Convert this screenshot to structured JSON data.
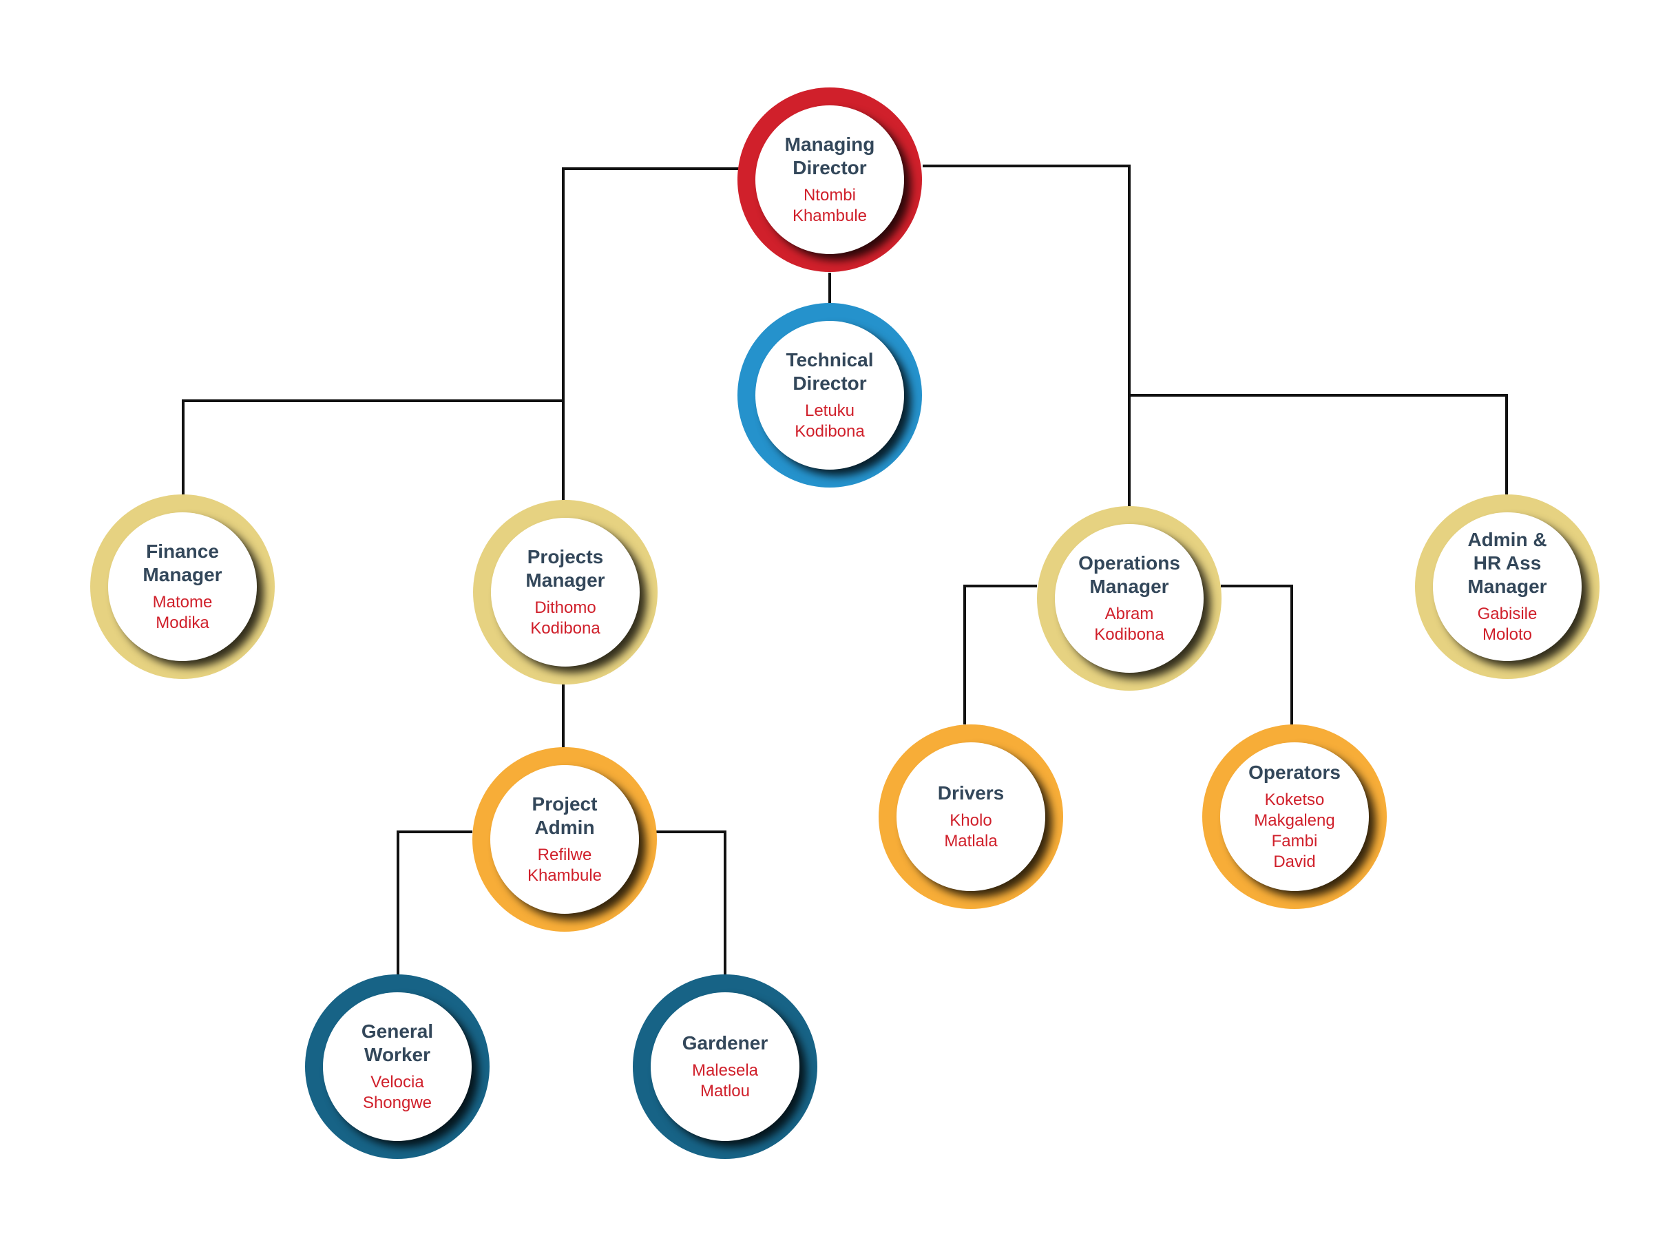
{
  "colors": {
    "red": "#d0202b",
    "light_blue": "#2592cc",
    "gold": "#e6d281",
    "orange": "#f7ad38",
    "dark_blue": "#176386",
    "line": "#111111",
    "title_text": "#33475a",
    "name_text": "#d0202b"
  },
  "nodes": [
    {
      "id": "managing-director",
      "title": "Managing\nDirector",
      "person": "Ntombi\nKhambule",
      "ring": "red"
    },
    {
      "id": "technical-director",
      "title": "Technical\nDirector",
      "person": "Letuku\nKodibona",
      "ring": "light_blue"
    },
    {
      "id": "finance-manager",
      "title": "Finance\nManager",
      "person": "Matome\nModika",
      "ring": "gold"
    },
    {
      "id": "projects-manager",
      "title": "Projects\nManager",
      "person": "Dithomo\nKodibona",
      "ring": "gold"
    },
    {
      "id": "operations-manager",
      "title": "Operations\nManager",
      "person": "Abram\nKodibona",
      "ring": "gold"
    },
    {
      "id": "admin-hr-manager",
      "title": "Admin &\nHR Ass\nManager",
      "person": "Gabisile\nMoloto",
      "ring": "gold"
    },
    {
      "id": "project-admin",
      "title": "Project\nAdmin",
      "person": "Refilwe\nKhambule",
      "ring": "orange"
    },
    {
      "id": "drivers",
      "title": "Drivers",
      "person": "Kholo\nMatlala",
      "ring": "orange"
    },
    {
      "id": "operators",
      "title": "Operators",
      "person": "Koketso\nMakgaleng\nFambi\nDavid",
      "ring": "orange"
    },
    {
      "id": "general-worker",
      "title": "General\nWorker",
      "person": "Velocia\nShongwe",
      "ring": "dark_blue"
    },
    {
      "id": "gardener",
      "title": "Gardener",
      "person": "Malesela\nMatlou",
      "ring": "dark_blue"
    }
  ]
}
